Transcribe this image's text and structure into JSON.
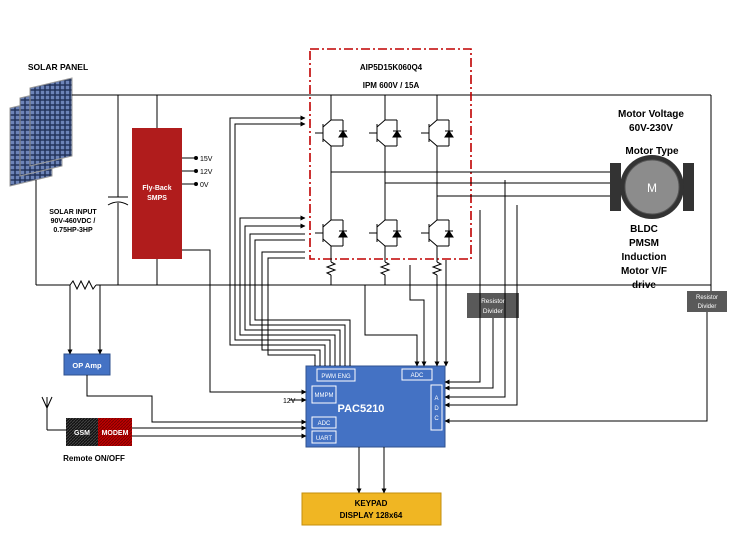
{
  "solar_panel": {
    "label": "SOLAR PANEL",
    "input_lines": [
      "SOLAR INPUT",
      "90V-460VDC /",
      "0.75HP-3HP"
    ]
  },
  "ipm": {
    "part": "AIP5D15K060Q4",
    "rating": "IPM 600V / 15A"
  },
  "smps": {
    "lines": [
      "Fly-Back",
      "SMPS"
    ],
    "outputs": [
      "15V",
      "12V",
      "0V"
    ]
  },
  "motor": {
    "voltage_lines": [
      "Motor Voltage",
      "60V-230V"
    ],
    "type_heading": "Motor Type",
    "symbol": "M",
    "types": [
      "BLDC",
      "PMSM",
      "Induction",
      "Motor V/F",
      "drive"
    ]
  },
  "resistor_divider_1": {
    "lines": [
      "Resistor",
      "Divider"
    ]
  },
  "resistor_divider_2": {
    "lines": [
      "Resistor",
      "Divider"
    ]
  },
  "op_amp": {
    "label": "OP Amp"
  },
  "controller": {
    "name": "PAC5210",
    "blocks": {
      "pwm": "PWM  ENG",
      "adc_top": "ADC",
      "mmpm": "MMPM",
      "adc_left": "ADC",
      "uart": "UART",
      "adc_right": [
        "A",
        "D",
        "C"
      ]
    },
    "supply_label": "12V"
  },
  "modem": {
    "gsm": "GSM",
    "modem": "MODEM",
    "caption": "Remote ON/OFF"
  },
  "keypad": {
    "lines": [
      "KEYPAD",
      "DISPLAY 128x64"
    ]
  },
  "colors": {
    "smps": "#b01c1c",
    "controller": "#4472c4",
    "keypad": "#f0b623",
    "divider": "#595959",
    "ipm_border": "#c00000"
  }
}
